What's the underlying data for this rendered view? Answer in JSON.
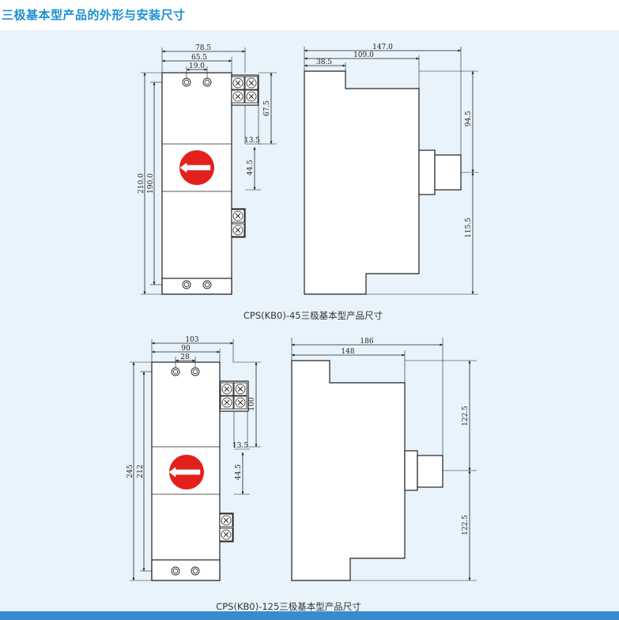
{
  "page": {
    "title": "三极基本型产品的外形与安装尺寸",
    "colors": {
      "title": "#1a90d4",
      "panel": "#e8f3fb",
      "knob": "#e2211c",
      "strip": "#3a8ad0"
    }
  },
  "figure1": {
    "caption": "CPS(KB0)-45三极基本型产品尺寸",
    "front": {
      "w1": "78.5",
      "w2": "65.5",
      "w3": "19.0",
      "h_total": "210.0",
      "h_inner": "190.0",
      "top_block": "67.5",
      "offset": "13.5",
      "knob_offset": "44.5"
    },
    "side": {
      "depth": "147.0",
      "d2": "109.0",
      "d3": "38.5",
      "upper": "94.5",
      "lower": "115.5"
    }
  },
  "figure2": {
    "caption": "CPS(KB0)-125三极基本型产品尺寸",
    "front": {
      "w1": "103",
      "w2": "90",
      "w3": "28",
      "h_total": "245",
      "h_inner": "212",
      "top_block": "100",
      "offset": "13.5",
      "knob_offset": "44.5"
    },
    "side": {
      "depth": "186",
      "d2": "148",
      "upper": "122.5",
      "lower": "122.5"
    }
  }
}
